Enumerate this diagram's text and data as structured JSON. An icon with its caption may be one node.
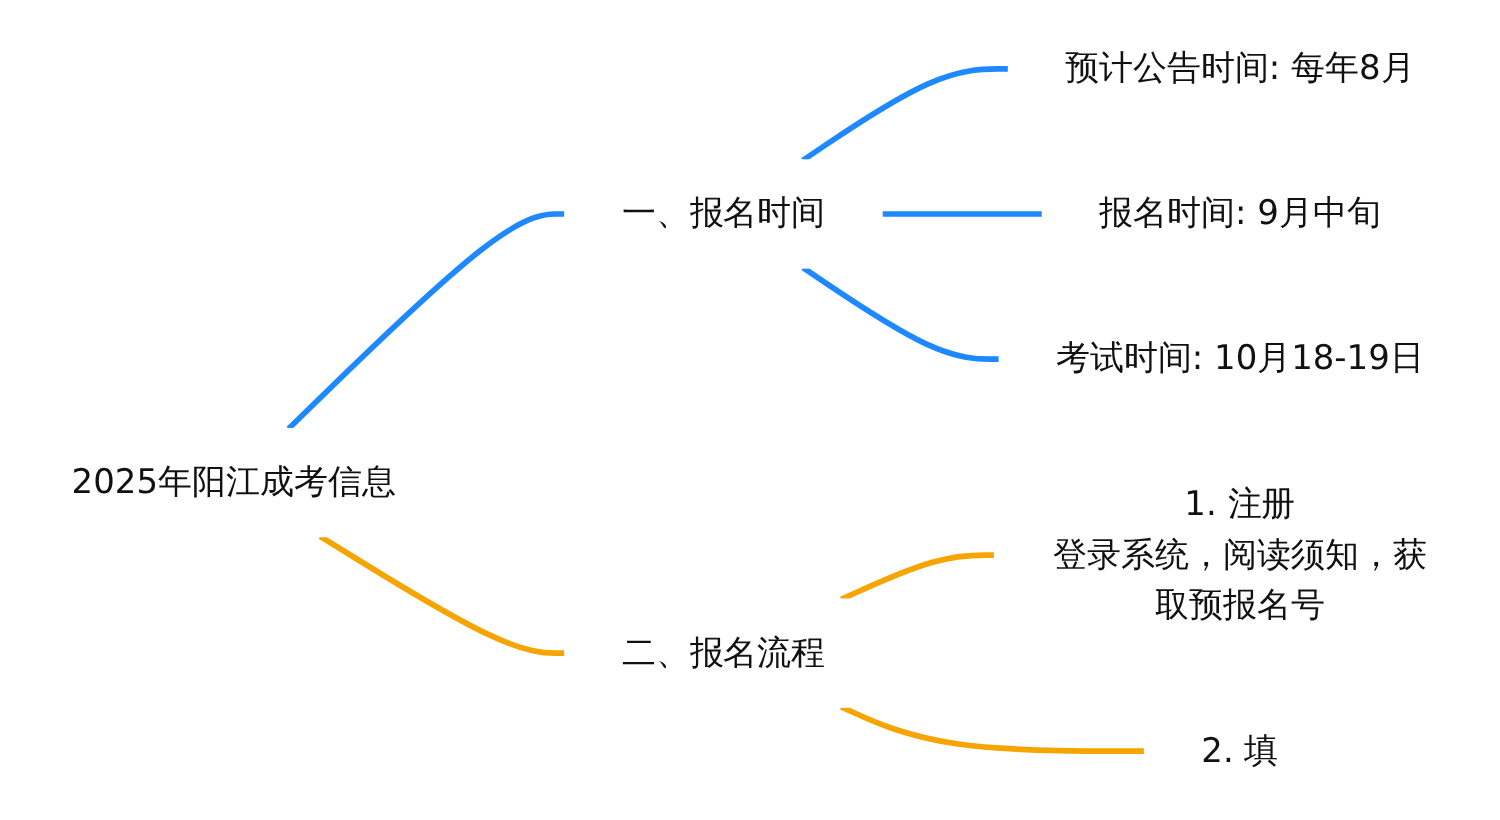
{
  "diagram": {
    "nodes": [
      {
        "text": [
          "2025年阳江成考信息"
        ]
      },
      {
        "text": [
          "一、报名时间"
        ]
      },
      {
        "text": [
          "预计公告时间: 每年8月"
        ]
      },
      {
        "text": [
          "报名时间: 9月中旬"
        ]
      },
      {
        "text": [
          "考试时间: 10月18-19日"
        ]
      },
      {
        "text": [
          "二、报名流程"
        ]
      },
      {
        "text": [
          "1. 注册",
          "登录系统，阅读须知，获取预报名号"
        ]
      },
      {
        "text": [
          "2. 填"
        ]
      }
    ],
    "edges": [
      {
        "from": 0,
        "to": 1,
        "arrow": "none"
      },
      {
        "from": 1,
        "to": 2,
        "arrow": "none"
      },
      {
        "from": 1,
        "to": 3,
        "arrow": "none"
      },
      {
        "from": 1,
        "to": 4,
        "arrow": "none"
      },
      {
        "from": 0,
        "to": 5,
        "arrow": "none",
        "color": "#f5a400"
      },
      {
        "from": 5,
        "to": 6,
        "arrow": "none",
        "color": "#f5a400"
      },
      {
        "from": 5,
        "to": 7,
        "arrow": "none",
        "color": "#f5a400"
      }
    ]
  }
}
